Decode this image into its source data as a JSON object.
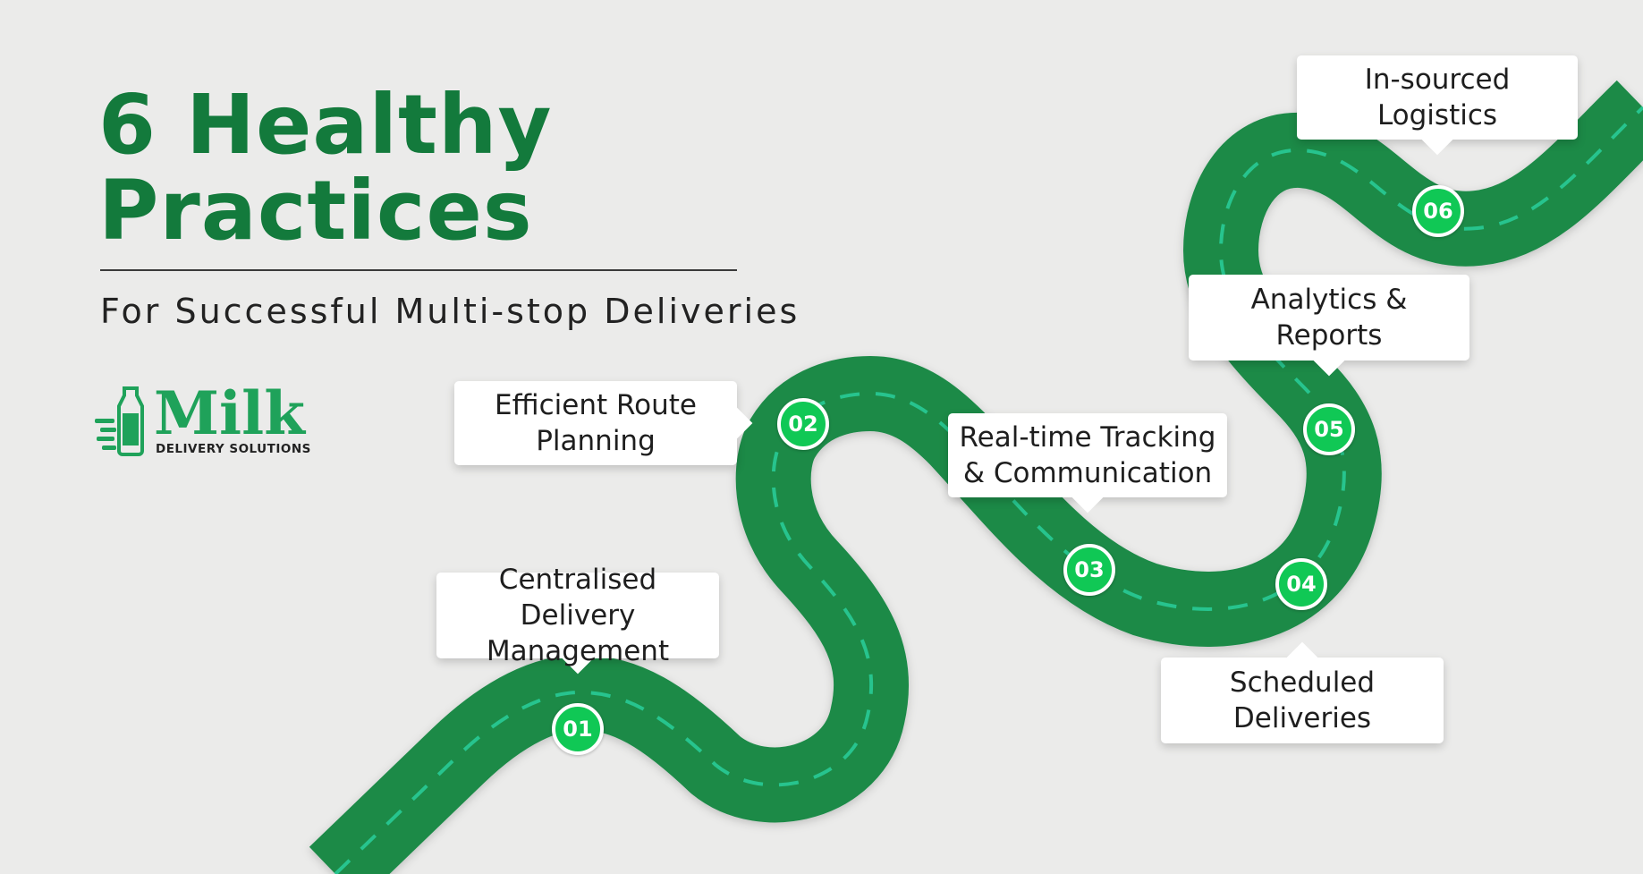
{
  "header": {
    "title_line1": "6 Healthy",
    "title_line2": "Practices",
    "subtitle": "For Successful Multi-stop Deliveries"
  },
  "logo": {
    "word": "Milk",
    "tagline": "DELIVERY SOLUTIONS"
  },
  "colors": {
    "brand_green": "#137a3c",
    "road_green": "#1a8a47",
    "marker_green": "#10c855",
    "lane_dash": "#27c48e",
    "background": "#ebebea"
  },
  "steps": [
    {
      "number": "01",
      "label": "Centralised Delivery\nManagement"
    },
    {
      "number": "02",
      "label": "Efficient Route\nPlanning"
    },
    {
      "number": "03",
      "label": "Real-time Tracking\n& Communication"
    },
    {
      "number": "04",
      "label": "Scheduled\nDeliveries"
    },
    {
      "number": "05",
      "label": "Analytics &\nReports"
    },
    {
      "number": "06",
      "label": "In-sourced\nLogistics"
    }
  ]
}
